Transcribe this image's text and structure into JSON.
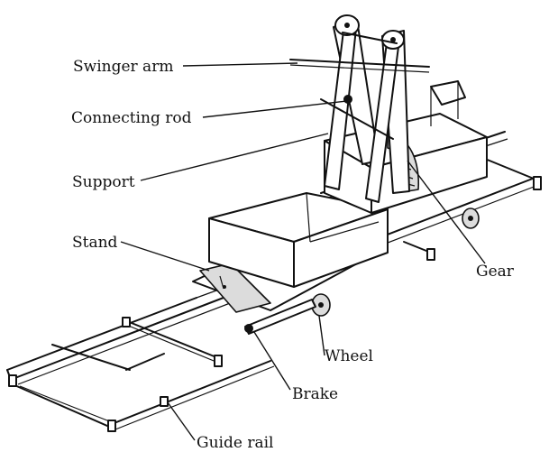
{
  "diagram": {
    "labels": {
      "swinger_arm": "Swinger arm",
      "connecting_rod": "Connecting rod",
      "support": "Support",
      "stand": "Stand",
      "gear": "Gear",
      "wheel": "Wheel",
      "brake": "Brake",
      "guide_rail": "Guide rail"
    }
  }
}
